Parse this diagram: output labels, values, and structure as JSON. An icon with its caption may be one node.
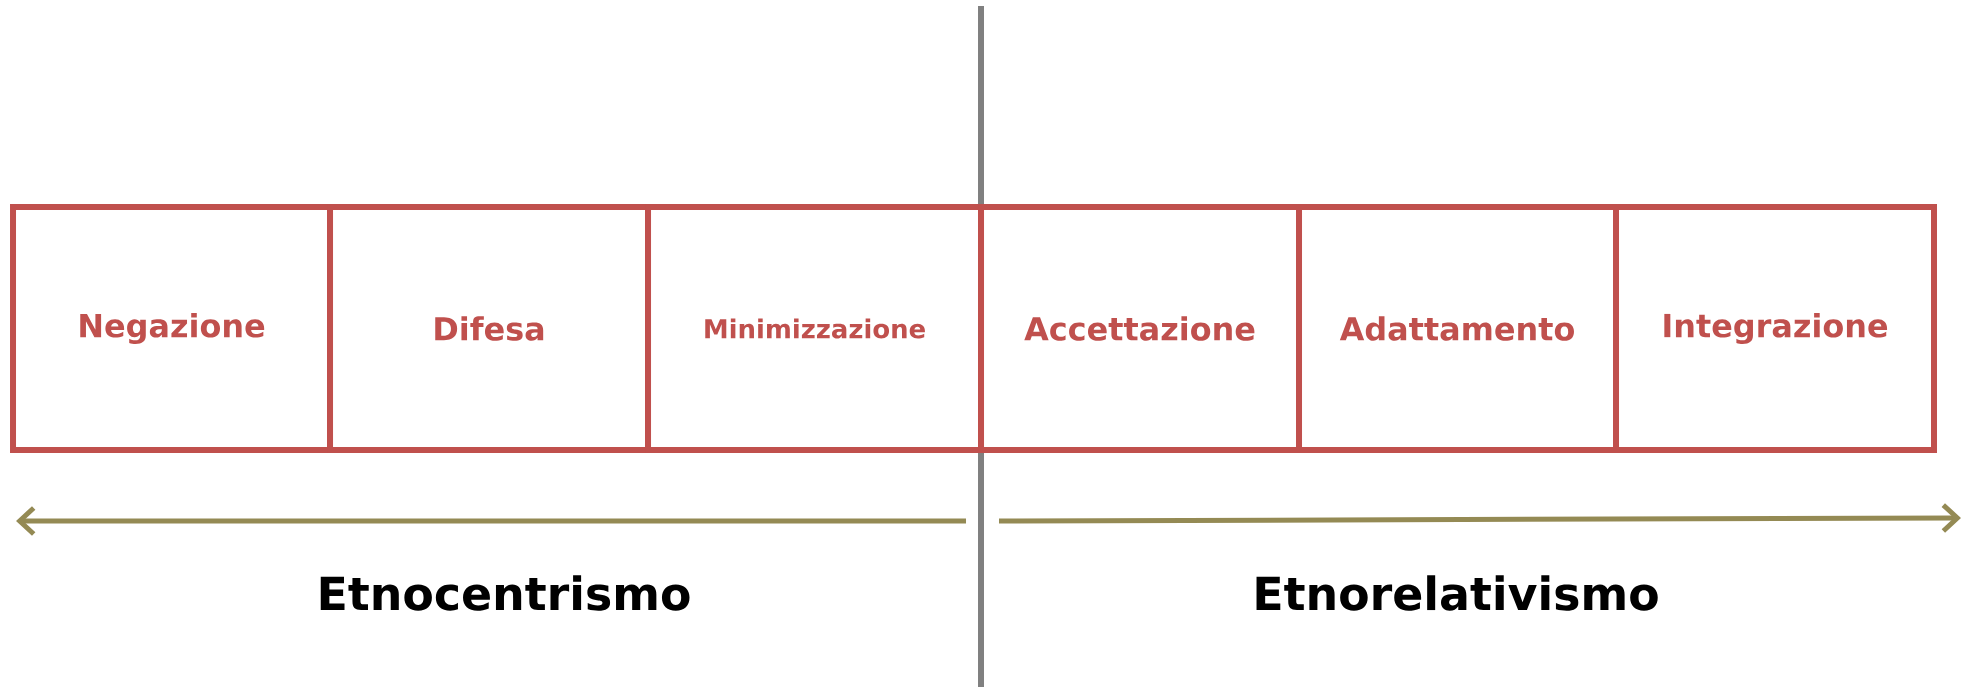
{
  "diagram": {
    "nodes": [
      {
        "text": [
          "Negazione"
        ]
      },
      {
        "text": [
          "Difesa"
        ]
      },
      {
        "text": [
          "Minimizzazione"
        ]
      },
      {
        "text": [
          "Accettazione"
        ]
      },
      {
        "text": [
          "Adattamento"
        ]
      },
      {
        "text": [
          "Integrazione"
        ]
      }
    ],
    "labels": [
      "Etnocentrismo",
      "Etnorelativismo"
    ]
  }
}
